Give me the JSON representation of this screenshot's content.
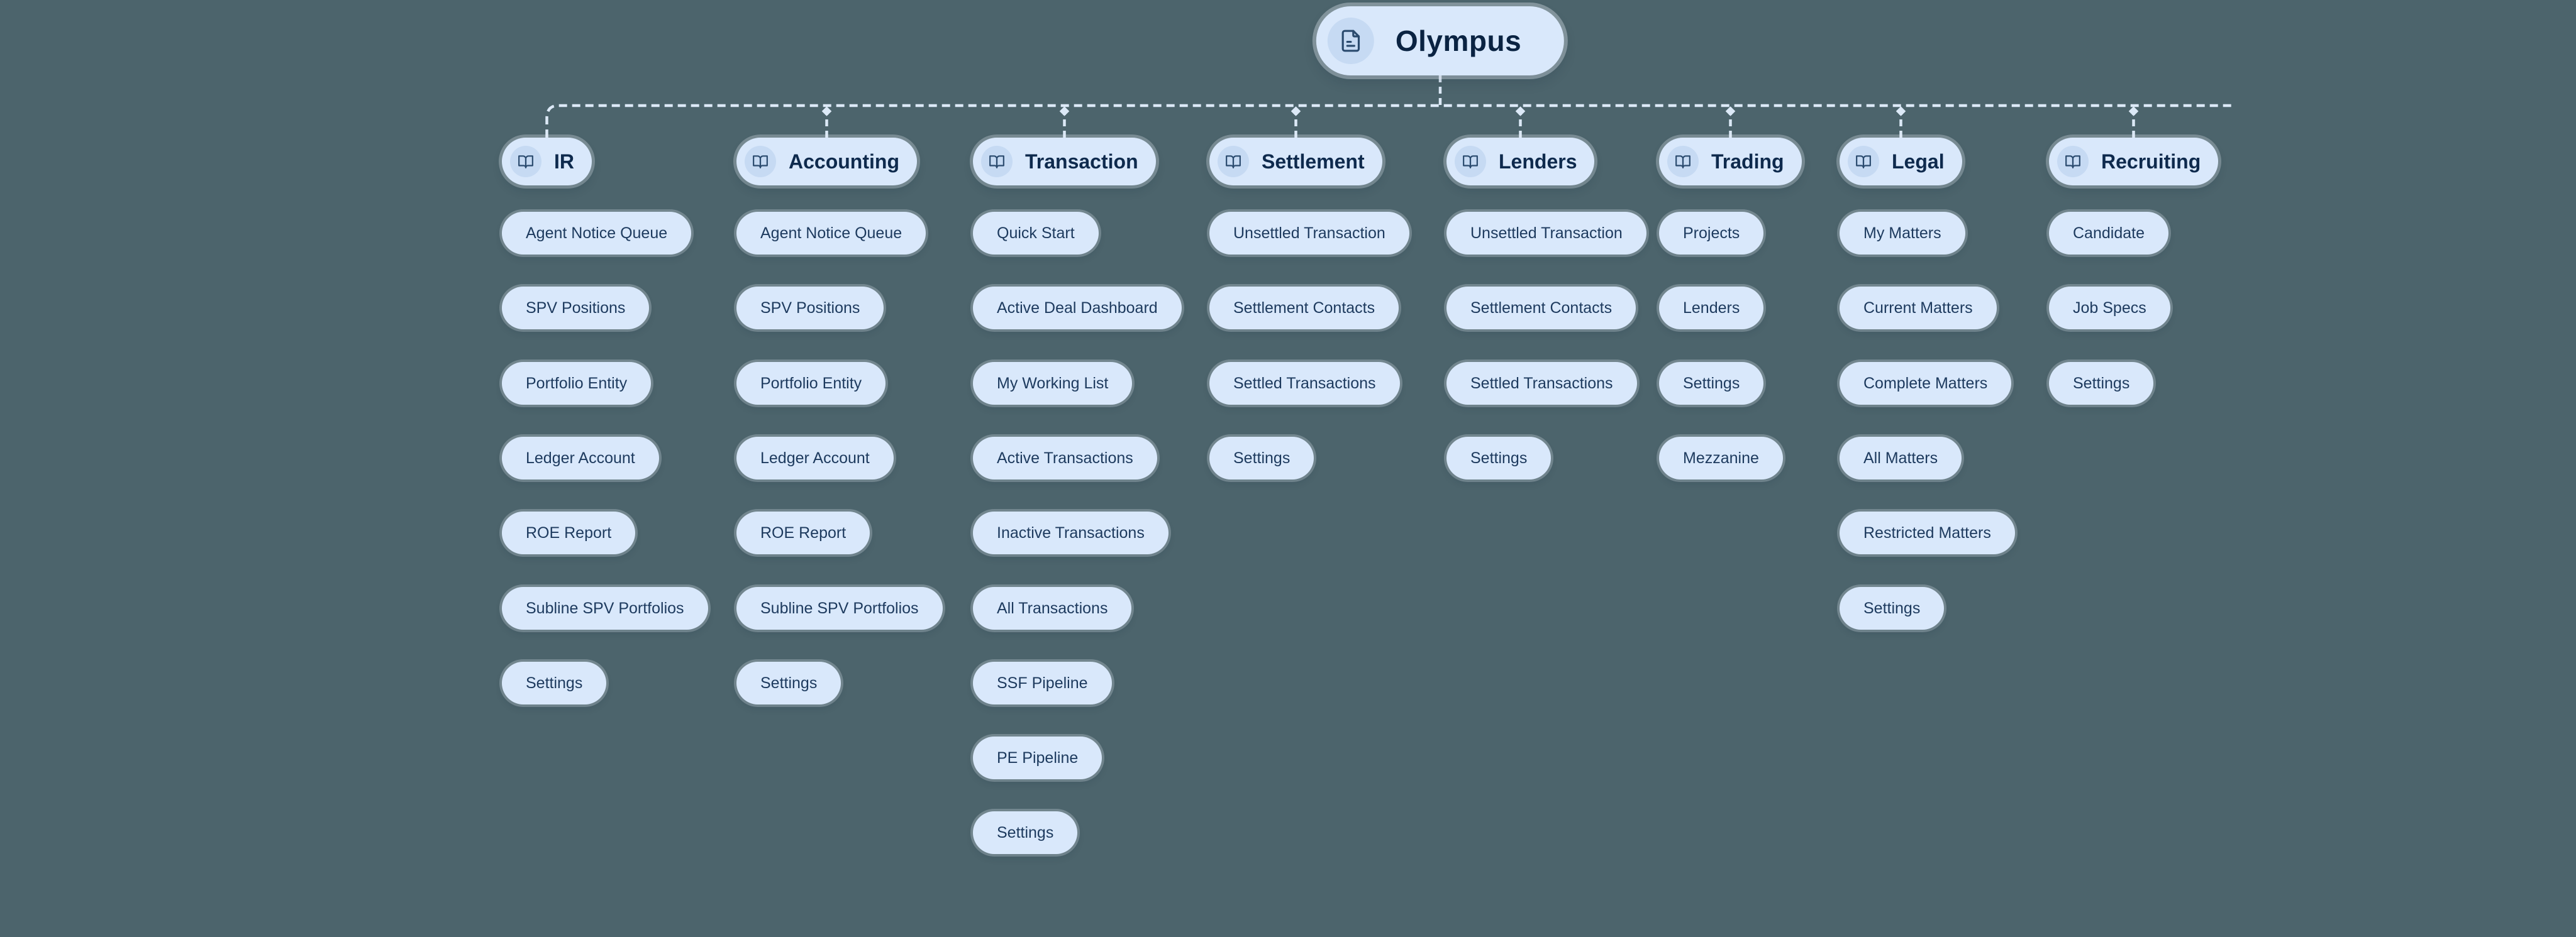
{
  "root": {
    "title": "Olympus",
    "icon": "file-text-icon"
  },
  "sections": [
    {
      "label": "IR",
      "icon": "book-open-icon",
      "items": [
        "Agent Notice Queue",
        "SPV Positions",
        "Portfolio Entity",
        "Ledger Account",
        "ROE Report",
        "Subline SPV Portfolios",
        "Settings"
      ]
    },
    {
      "label": "Accounting",
      "icon": "book-open-icon",
      "items": [
        "Agent Notice Queue",
        "SPV Positions",
        "Portfolio Entity",
        "Ledger Account",
        "ROE Report",
        "Subline SPV Portfolios",
        "Settings"
      ]
    },
    {
      "label": "Transaction",
      "icon": "book-open-icon",
      "items": [
        "Quick Start",
        "Active Deal Dashboard",
        "My Working List",
        "Active Transactions",
        "Inactive Transactions",
        "All Transactions",
        "SSF Pipeline",
        "PE Pipeline",
        "Settings"
      ]
    },
    {
      "label": "Settlement",
      "icon": "book-open-icon",
      "items": [
        "Unsettled Transaction",
        "Settlement Contacts",
        "Settled Transactions",
        "Settings"
      ]
    },
    {
      "label": "Lenders",
      "icon": "book-open-icon",
      "items": [
        "Unsettled Transaction",
        "Settlement Contacts",
        "Settled Transactions",
        "Settings"
      ]
    },
    {
      "label": "Trading",
      "icon": "book-open-icon",
      "items": [
        "Projects",
        "Lenders",
        "Settings",
        "Mezzanine"
      ]
    },
    {
      "label": "Legal",
      "icon": "book-open-icon",
      "items": [
        "My Matters",
        "Current Matters",
        "Complete Matters",
        "All Matters",
        "Restricted Matters",
        "Settings"
      ]
    },
    {
      "label": "Recruiting",
      "icon": "book-open-icon",
      "items": [
        "Candidate",
        "Job Specs",
        "Settings"
      ]
    }
  ],
  "colors": {
    "background": "#4c646c",
    "pill": "#d9e8fb",
    "pill_text": "#1d3a5e",
    "header_text": "#0e2a4d",
    "root_text": "#0a2342",
    "icon_circle": "#c6daf3",
    "icon_stroke": "#2a4a6e",
    "connector": "#dce9f7"
  }
}
